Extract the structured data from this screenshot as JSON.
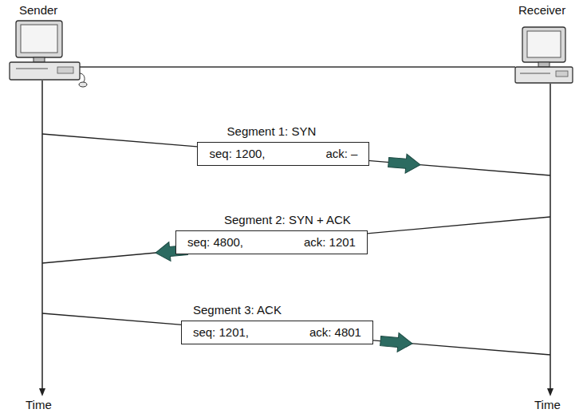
{
  "diagram": {
    "nodes": [
      {
        "text": [
          "Segment 1: SYN",
          "seq: 1200,",
          "ack: –"
        ]
      },
      {
        "text": [
          "Segment 2: SYN + ACK",
          "seq: 4800,",
          "ack: 1201"
        ]
      },
      {
        "text": [
          "Segment 3: ACK",
          "seq: 1201,",
          "ack: 4801"
        ]
      }
    ],
    "labels": [
      "Sender",
      "Receiver",
      "Time",
      "Time"
    ]
  }
}
